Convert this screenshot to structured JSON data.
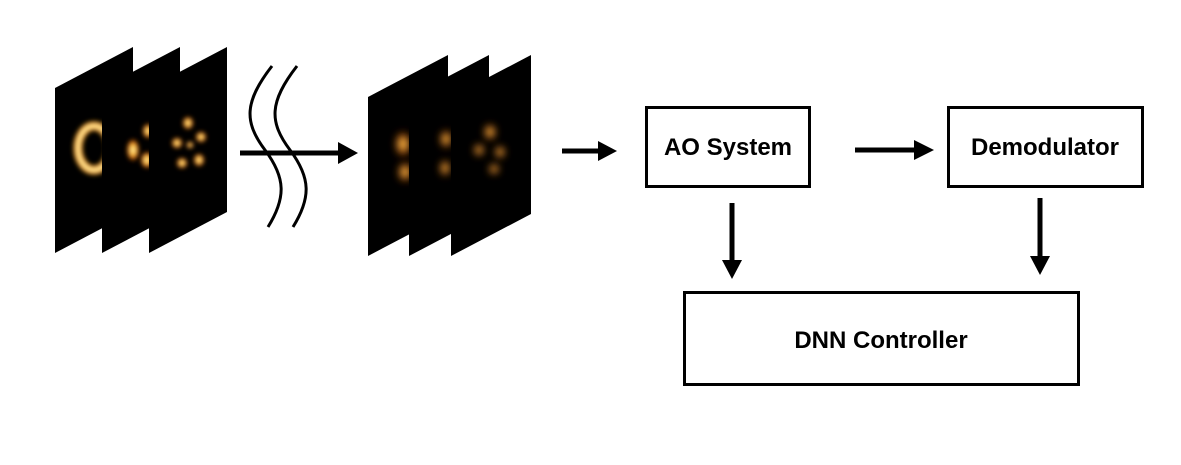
{
  "blocks": {
    "ao_system": "AO System",
    "demodulator": "Demodulator",
    "dnn_controller": "DNN Controller"
  },
  "input_modes": [
    {
      "pattern": "ring"
    },
    {
      "pattern": "two-lobe"
    },
    {
      "pattern": "petal"
    }
  ],
  "distorted_modes": [
    {
      "pattern": "ring"
    },
    {
      "pattern": "two-lobe"
    },
    {
      "pattern": "petal"
    }
  ],
  "colors": {
    "frame_background": "#000000",
    "beam_core": "#fff3b0",
    "beam_mid": "#f7a21a",
    "beam_edge": "#7a1500",
    "line": "#000000"
  }
}
